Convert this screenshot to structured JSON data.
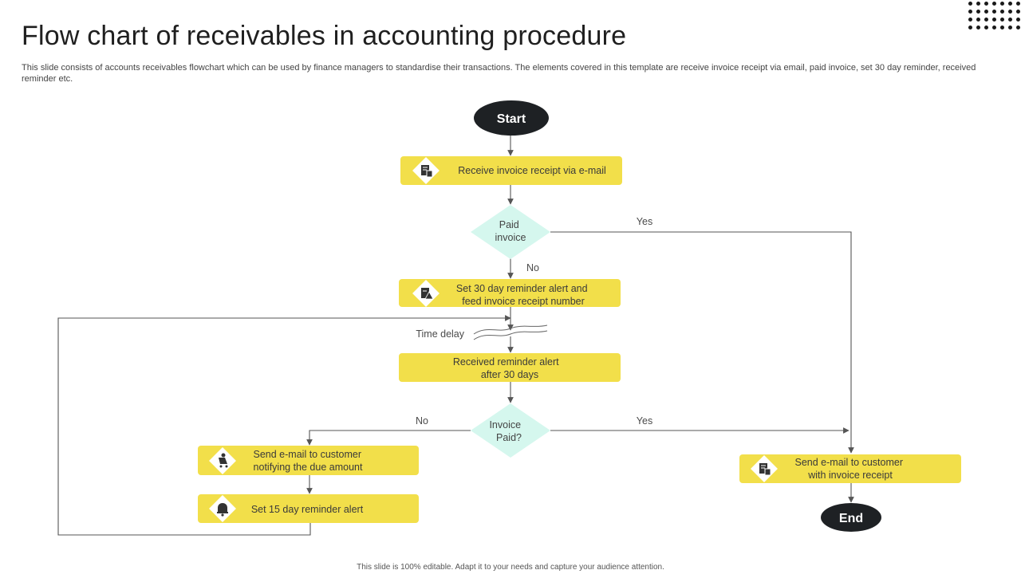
{
  "title": "Flow chart of receivables in accounting procedure",
  "subtitle": "This slide consists of accounts receivables flowchart which can be used by finance managers to standardise their transactions. The elements covered in this template are receive invoice receipt via  email, paid invoice, set 30 day reminder, received reminder etc.",
  "footer": "This slide is 100% editable.  Adapt it to your needs and capture your audience attention.",
  "colors": {
    "process": "#F2DF4A",
    "decision": "#D5F7EE",
    "terminal": "#1E2124",
    "line": "#555555"
  },
  "nodes": {
    "start": {
      "label": "Start"
    },
    "receive": {
      "lines": [
        "Receive  invoice  receipt  via  e-mail"
      ],
      "icon": "invoice-document-icon"
    },
    "paid": {
      "lines": [
        "Paid",
        "invoice"
      ]
    },
    "reminder30": {
      "lines": [
        "Set 30 day reminder alert and",
        "feed invoice receipt number"
      ],
      "icon": "clipboard-warning-icon"
    },
    "received": {
      "lines": [
        "Received  reminder  alert",
        "after 30 days"
      ]
    },
    "invoice_paid": {
      "lines": [
        "Invoice",
        "Paid?"
      ]
    },
    "send_due": {
      "lines": [
        "Send e-mail to customer",
        "notifying the due amount"
      ],
      "icon": "person-cart-icon"
    },
    "reminder15": {
      "lines": [
        "Set 15 day reminder alert"
      ],
      "icon": "bell-icon"
    },
    "send_receipt": {
      "lines": [
        "Send e-mail to customer",
        "with invoice receipt"
      ],
      "icon": "receipt-icon"
    },
    "end": {
      "label": "End"
    }
  },
  "edge_labels": {
    "paid_yes": "Yes",
    "paid_no": "No",
    "time_delay": "Time delay",
    "invoice_no": "No",
    "invoice_yes": "Yes"
  }
}
